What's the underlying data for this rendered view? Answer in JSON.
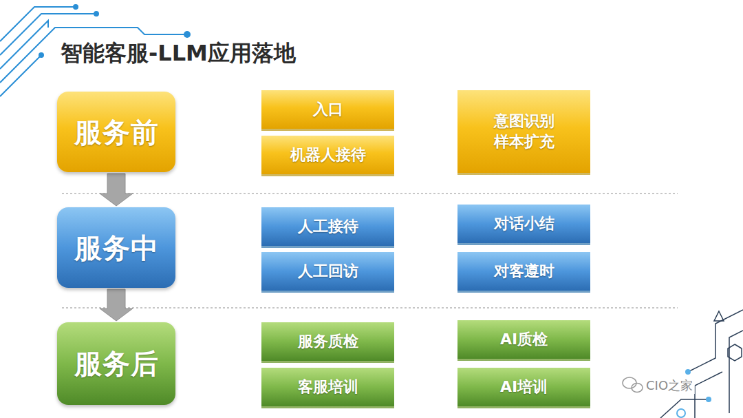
{
  "diagram": {
    "title": "智能客服-LLM应用落地",
    "nodes": [
      {
        "text": [
          "服务前"
        ]
      },
      {
        "text": [
          "服务中"
        ]
      },
      {
        "text": [
          "服务后"
        ]
      },
      {
        "text": [
          "入口"
        ]
      },
      {
        "text": [
          "机器人接待"
        ]
      },
      {
        "text": [
          "意图识别 样本扩充"
        ]
      },
      {
        "text": [
          "人工接待"
        ]
      },
      {
        "text": [
          "人工回访"
        ]
      },
      {
        "text": [
          "对话小结"
        ]
      },
      {
        "text": [
          "对客遵时"
        ]
      },
      {
        "text": [
          "服务质检"
        ]
      },
      {
        "text": [
          "客服培训"
        ]
      },
      {
        "text": [
          "AI质检"
        ]
      },
      {
        "text": [
          "AI培训"
        ]
      }
    ],
    "edges": [
      {
        "from": 0,
        "to": 1,
        "arrow": "to"
      },
      {
        "from": 1,
        "to": 2,
        "arrow": "to"
      }
    ],
    "labels": [
      "CIO之家"
    ]
  }
}
